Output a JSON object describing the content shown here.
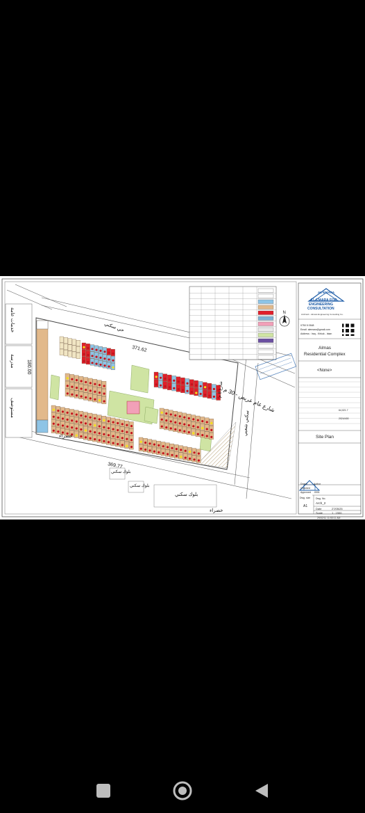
{
  "drawing": {
    "firm_name": "AL-EMARA",
    "firm_line1": "AL-EMARA FOR",
    "firm_line2": "ENGINEERING",
    "firm_line3": "CONSULTATION",
    "firm_sub": "Arch/ard - Almara Engineering Consulting Co.",
    "contact_phone": "0750 5 0548",
    "contact_email": "Email: alemara@gmail.com",
    "contact_address": "Address : Iraq - Kirkuk - Istan",
    "project_title_1": "Almas",
    "project_title_2": "Residential Complex",
    "none_label": "<None>",
    "sheet_title": "Site Plan",
    "dim_top": "371.62",
    "dim_bottom": "369.77",
    "dim_left": "180.00",
    "street_main": "شارع عام عريض - 30 م",
    "street_top": "حي سكني",
    "street_right": "سكني شعبي",
    "street_side": "شارع 8 م",
    "green_bottom_left": "خضراء",
    "green_bottom_right": "خضراء",
    "block_residential": "بلوك سكني",
    "block_residential_2": "بلوك سكني",
    "block_residential_3": "بلوك سكني",
    "left_services": "خدمات عامة",
    "left_school": "مدرسة",
    "left_clinic": "مستوصف",
    "label_drawn": "Drawn",
    "label_checked": "Checked",
    "label_approved": "Approved",
    "value_drawn": "Author",
    "value_approved": ".0001",
    "label_dwg_size": "Dwg. size",
    "value_dwg_size": "A1",
    "label_dwg_no": "Dwg. No.",
    "value_dwg_no": "Arch_2",
    "label_date": "Date",
    "value_date": "27/05/25",
    "label_scale": "Scale",
    "value_scale": "1 : 1500",
    "timestamp": "29/02/11 11:53:11 AM",
    "north": "N",
    "info_area": "64,021.7",
    "info_year": "2024/400",
    "badge_text": "A1"
  },
  "colors": {
    "lot_tan": "#e2b98b",
    "lot_blue": "#8ec4e6",
    "lot_red": "#e01f2a",
    "lot_cream": "#f1e6c4",
    "green": "#cfe4a3",
    "dot_red": "#c2141d",
    "dot_yellow": "#f4e21a",
    "road": "#ffffff",
    "pink": "#f2a0b8",
    "brand_blue": "#1a5aa6"
  },
  "nav": {
    "recents": "recents-button",
    "home": "home-button",
    "back": "back-button"
  }
}
